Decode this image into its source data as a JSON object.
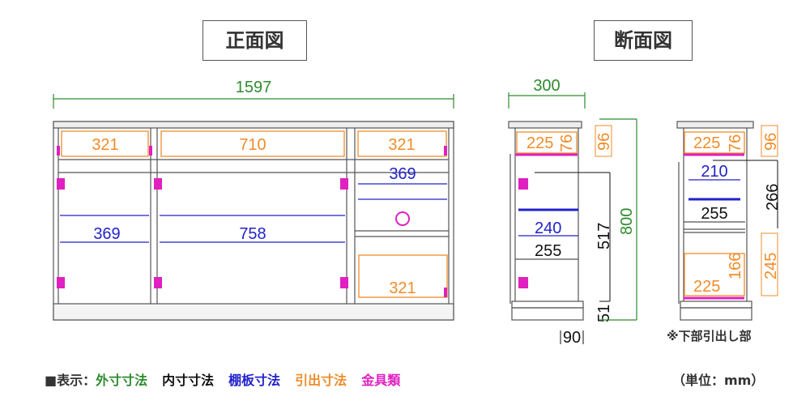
{
  "titles": {
    "front": "正面図",
    "section": "断面図"
  },
  "colors": {
    "outer": "#2e8b2e",
    "inner": "#111111",
    "shelf": "#2222cc",
    "drawer": "#f08c28",
    "hardware": "#e020c0"
  },
  "front": {
    "width": "1597",
    "top_drawers": [
      "321",
      "710",
      "321"
    ],
    "right_shelf": "369",
    "shelves": [
      "369",
      "758"
    ],
    "bottom_drawer": "321"
  },
  "section1": {
    "depth": "300",
    "drawer_depth": "225",
    "drawer_height": "76",
    "drawer_outer": "96",
    "inner_height": "517",
    "total_height": "800",
    "shelf_depth": "240",
    "inner_depth": "255",
    "base_height": "51",
    "base_depth": "90"
  },
  "section2": {
    "drawer_depth": "225",
    "drawer_height": "76",
    "drawer_outer": "96",
    "shelf_depth": "210",
    "inner_depth": "255",
    "inner_height": "266",
    "lower_drawer_outer": "245",
    "lower_drawer_depth": "225",
    "lower_drawer_height": "166",
    "note": "※下部引出し部"
  },
  "legend": {
    "prefix": "■表示：",
    "outer": "外寸寸法",
    "inner": "内寸寸法",
    "shelf": "棚板寸法",
    "drawer": "引出寸法",
    "hardware": "金具類",
    "unit": "（単位：mm）"
  }
}
